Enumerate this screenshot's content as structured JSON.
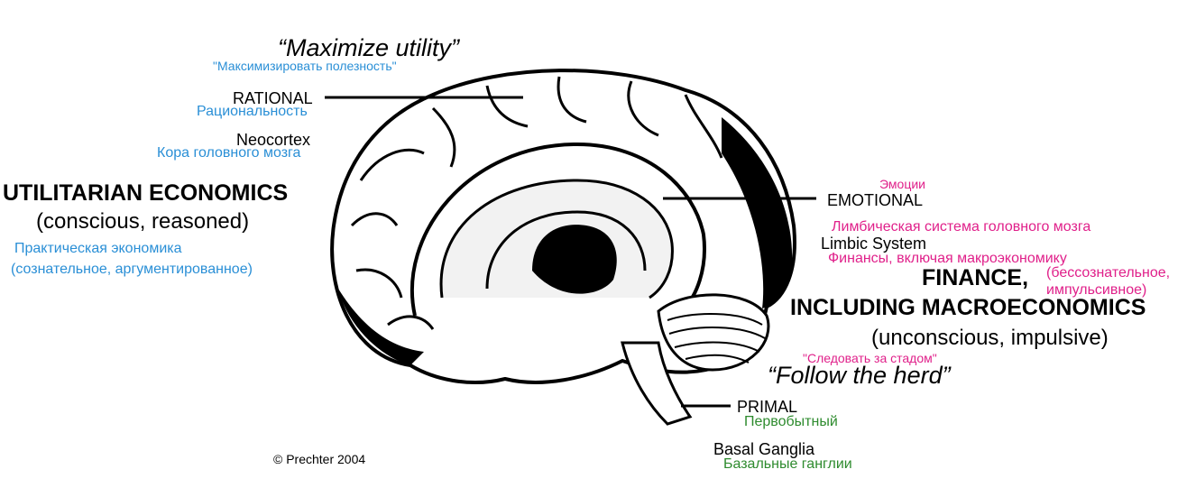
{
  "colors": {
    "blue": "#2a8fd6",
    "pink": "#e0208a",
    "green": "#2e8b2e",
    "ink": "#000000"
  },
  "rational": {
    "quote": "“Maximize utility”",
    "quote_ru": "\"Максимизировать полезность\"",
    "label": "RATIONAL",
    "label_ru": "Рациональность",
    "region": "Neocortex",
    "region_ru": "Кора головного мозга"
  },
  "utilitarian": {
    "title": "UTILITARIAN ECONOMICS",
    "subtitle": "(conscious, reasoned)",
    "title_ru": "Практическая экономика",
    "subtitle_ru": "(сознательное, аргументированное)"
  },
  "emotional": {
    "label_ru": "Эмоции",
    "label": "EMOTIONAL",
    "region_ru": "Лимбическая система головного мозга",
    "region": "Limbic System"
  },
  "finance": {
    "title_ru": "Финансы, включая макроэкономику",
    "title_line1": "FINANCE,",
    "title_line2": "INCLUDING MACROECONOMICS",
    "subtitle": "(unconscious, impulsive)",
    "subtitle_ru_line1": "(бессознательное,",
    "subtitle_ru_line2": "импульсивное)",
    "quote_ru": "\"Следовать за стадом\"",
    "quote": "“Follow the herd”"
  },
  "primal": {
    "label": "PRIMAL",
    "label_ru": "Первобытный",
    "region": "Basal Ganglia",
    "region_ru": "Базальные ганглии"
  },
  "copyright": "© Prechter 2004"
}
